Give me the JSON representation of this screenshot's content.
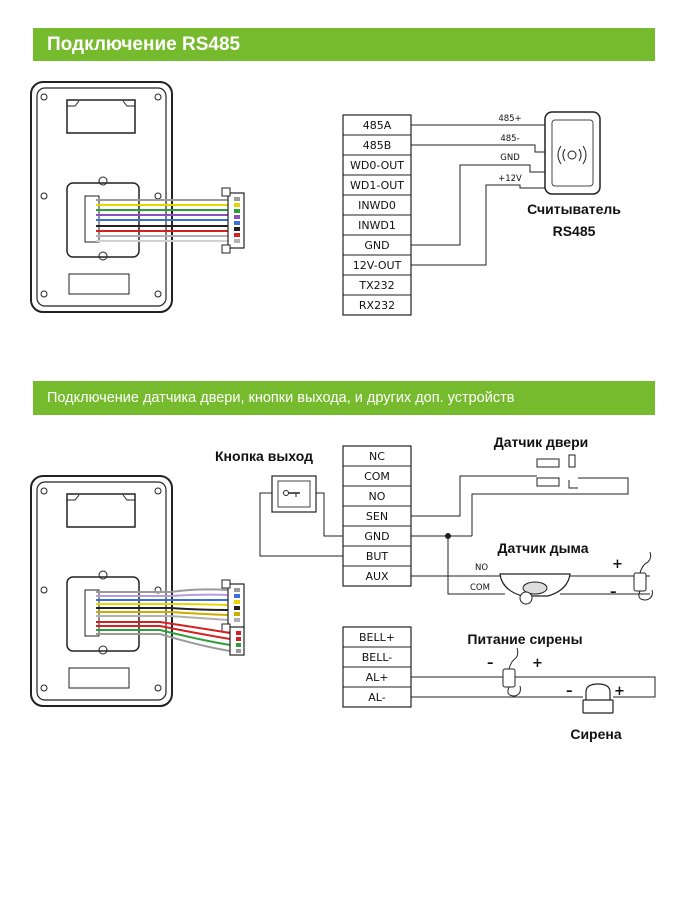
{
  "section_rs485": {
    "title": "Подключение RS485",
    "terminals": [
      "485A",
      "485B",
      "WD0-OUT",
      "WD1-OUT",
      "INWD0",
      "INWD1",
      "GND",
      "12V-OUT",
      "TX232",
      "RX232"
    ],
    "wire_labels": [
      "485+",
      "485-",
      "GND",
      "+12V"
    ],
    "reader_label_line1": "Считыватель",
    "reader_label_line2": "RS485"
  },
  "section_aux": {
    "title": "Подключение датчика двери, кнопки выхода,  и других доп. устройств",
    "terminals_top": [
      "NC",
      "COM",
      "NO",
      "SEN",
      "GND",
      "BUT",
      "AUX"
    ],
    "terminals_bottom": [
      "BELL+",
      "BELL-",
      "AL+",
      "AL-"
    ],
    "exit_button_label": "Кнопка выход",
    "door_sensor_label": "Датчик двери",
    "smoke_sensor_label": "Датчик дыма",
    "smoke_no": "NO",
    "smoke_com": "COM",
    "siren_power_label": "Питание сирены",
    "siren_label": "Сирена",
    "plus": "+",
    "minus": "–"
  },
  "colors": {
    "banner_green": "#76bb2d",
    "wire_yellow": "#e8d400",
    "wire_green": "#2e9e3a",
    "wire_red": "#d42020",
    "wire_purple": "#8a4fc0",
    "wire_blue": "#3a6fd8",
    "wire_gray": "#9a9a9a",
    "wire_black": "#222222"
  }
}
